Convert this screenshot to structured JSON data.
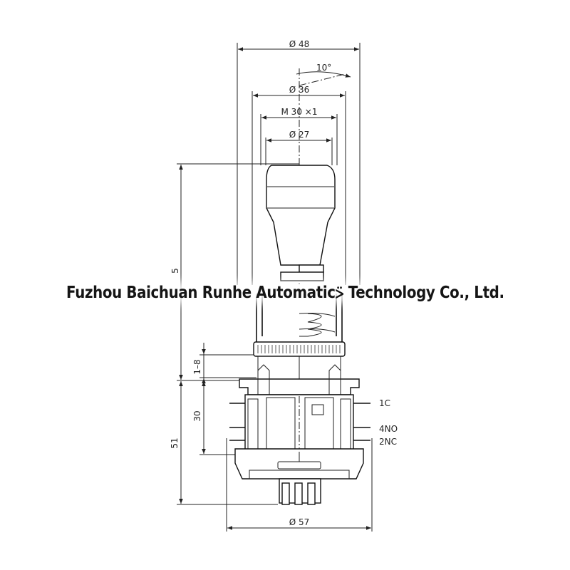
{
  "watermark": {
    "text": "Fuzhou Baichuan Runhe Automatic⍩ Technology Co., Ltd."
  },
  "dimensions": {
    "dia_48": "Ø 48",
    "angle_10": "10°",
    "dia_36": "Ø 36",
    "thread": "M 30 ×1",
    "dia_27": "Ø 27",
    "height_partial": "5",
    "travel_1_8": "1–8",
    "height_30": "30",
    "height_51": "51",
    "dia_57": "Ø 57"
  },
  "contacts": {
    "c1": "1C",
    "no4": "4NO",
    "nc2": "2NC"
  },
  "colors": {
    "line": "#222222",
    "background": "#ffffff"
  }
}
